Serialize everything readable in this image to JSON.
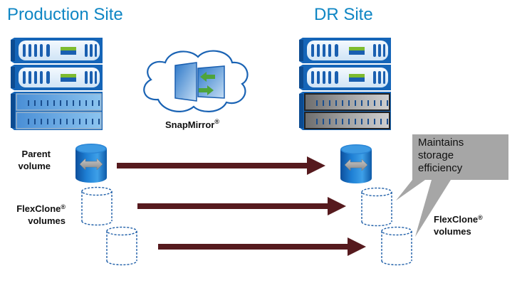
{
  "sites": {
    "production": {
      "title": "Production Site"
    },
    "dr": {
      "title": "DR Site"
    }
  },
  "replication": {
    "label": "SnapMirror",
    "label_mark": "®",
    "icon": "snapmirror-cloud-icon"
  },
  "production_labels": {
    "parent_line1": "Parent",
    "parent_line2": "volume",
    "clone_line1": "FlexClone",
    "clone_mark": "®",
    "clone_line2": "volumes"
  },
  "dr_labels": {
    "clone_line1": "FlexClone",
    "clone_mark": "®",
    "clone_line2": "volumes"
  },
  "callout": {
    "lines": [
      "Maintains",
      "storage",
      "efficiency"
    ]
  },
  "replication_arrows": [
    {
      "from": "parent-volume",
      "to": "dr-parent-volume"
    },
    {
      "from": "flexclone-volume-1",
      "to": "dr-flexclone-volume-1"
    },
    {
      "from": "flexclone-volume-2",
      "to": "dr-flexclone-volume-2"
    }
  ],
  "colors": {
    "title_blue": "#0f86c4",
    "storage_blue": "#1565b8",
    "arrow": "#561a1e",
    "callout_gray": "#a6a6a6",
    "accent_green": "#7dbb2f",
    "clone_outline": "#1f5fa8"
  }
}
